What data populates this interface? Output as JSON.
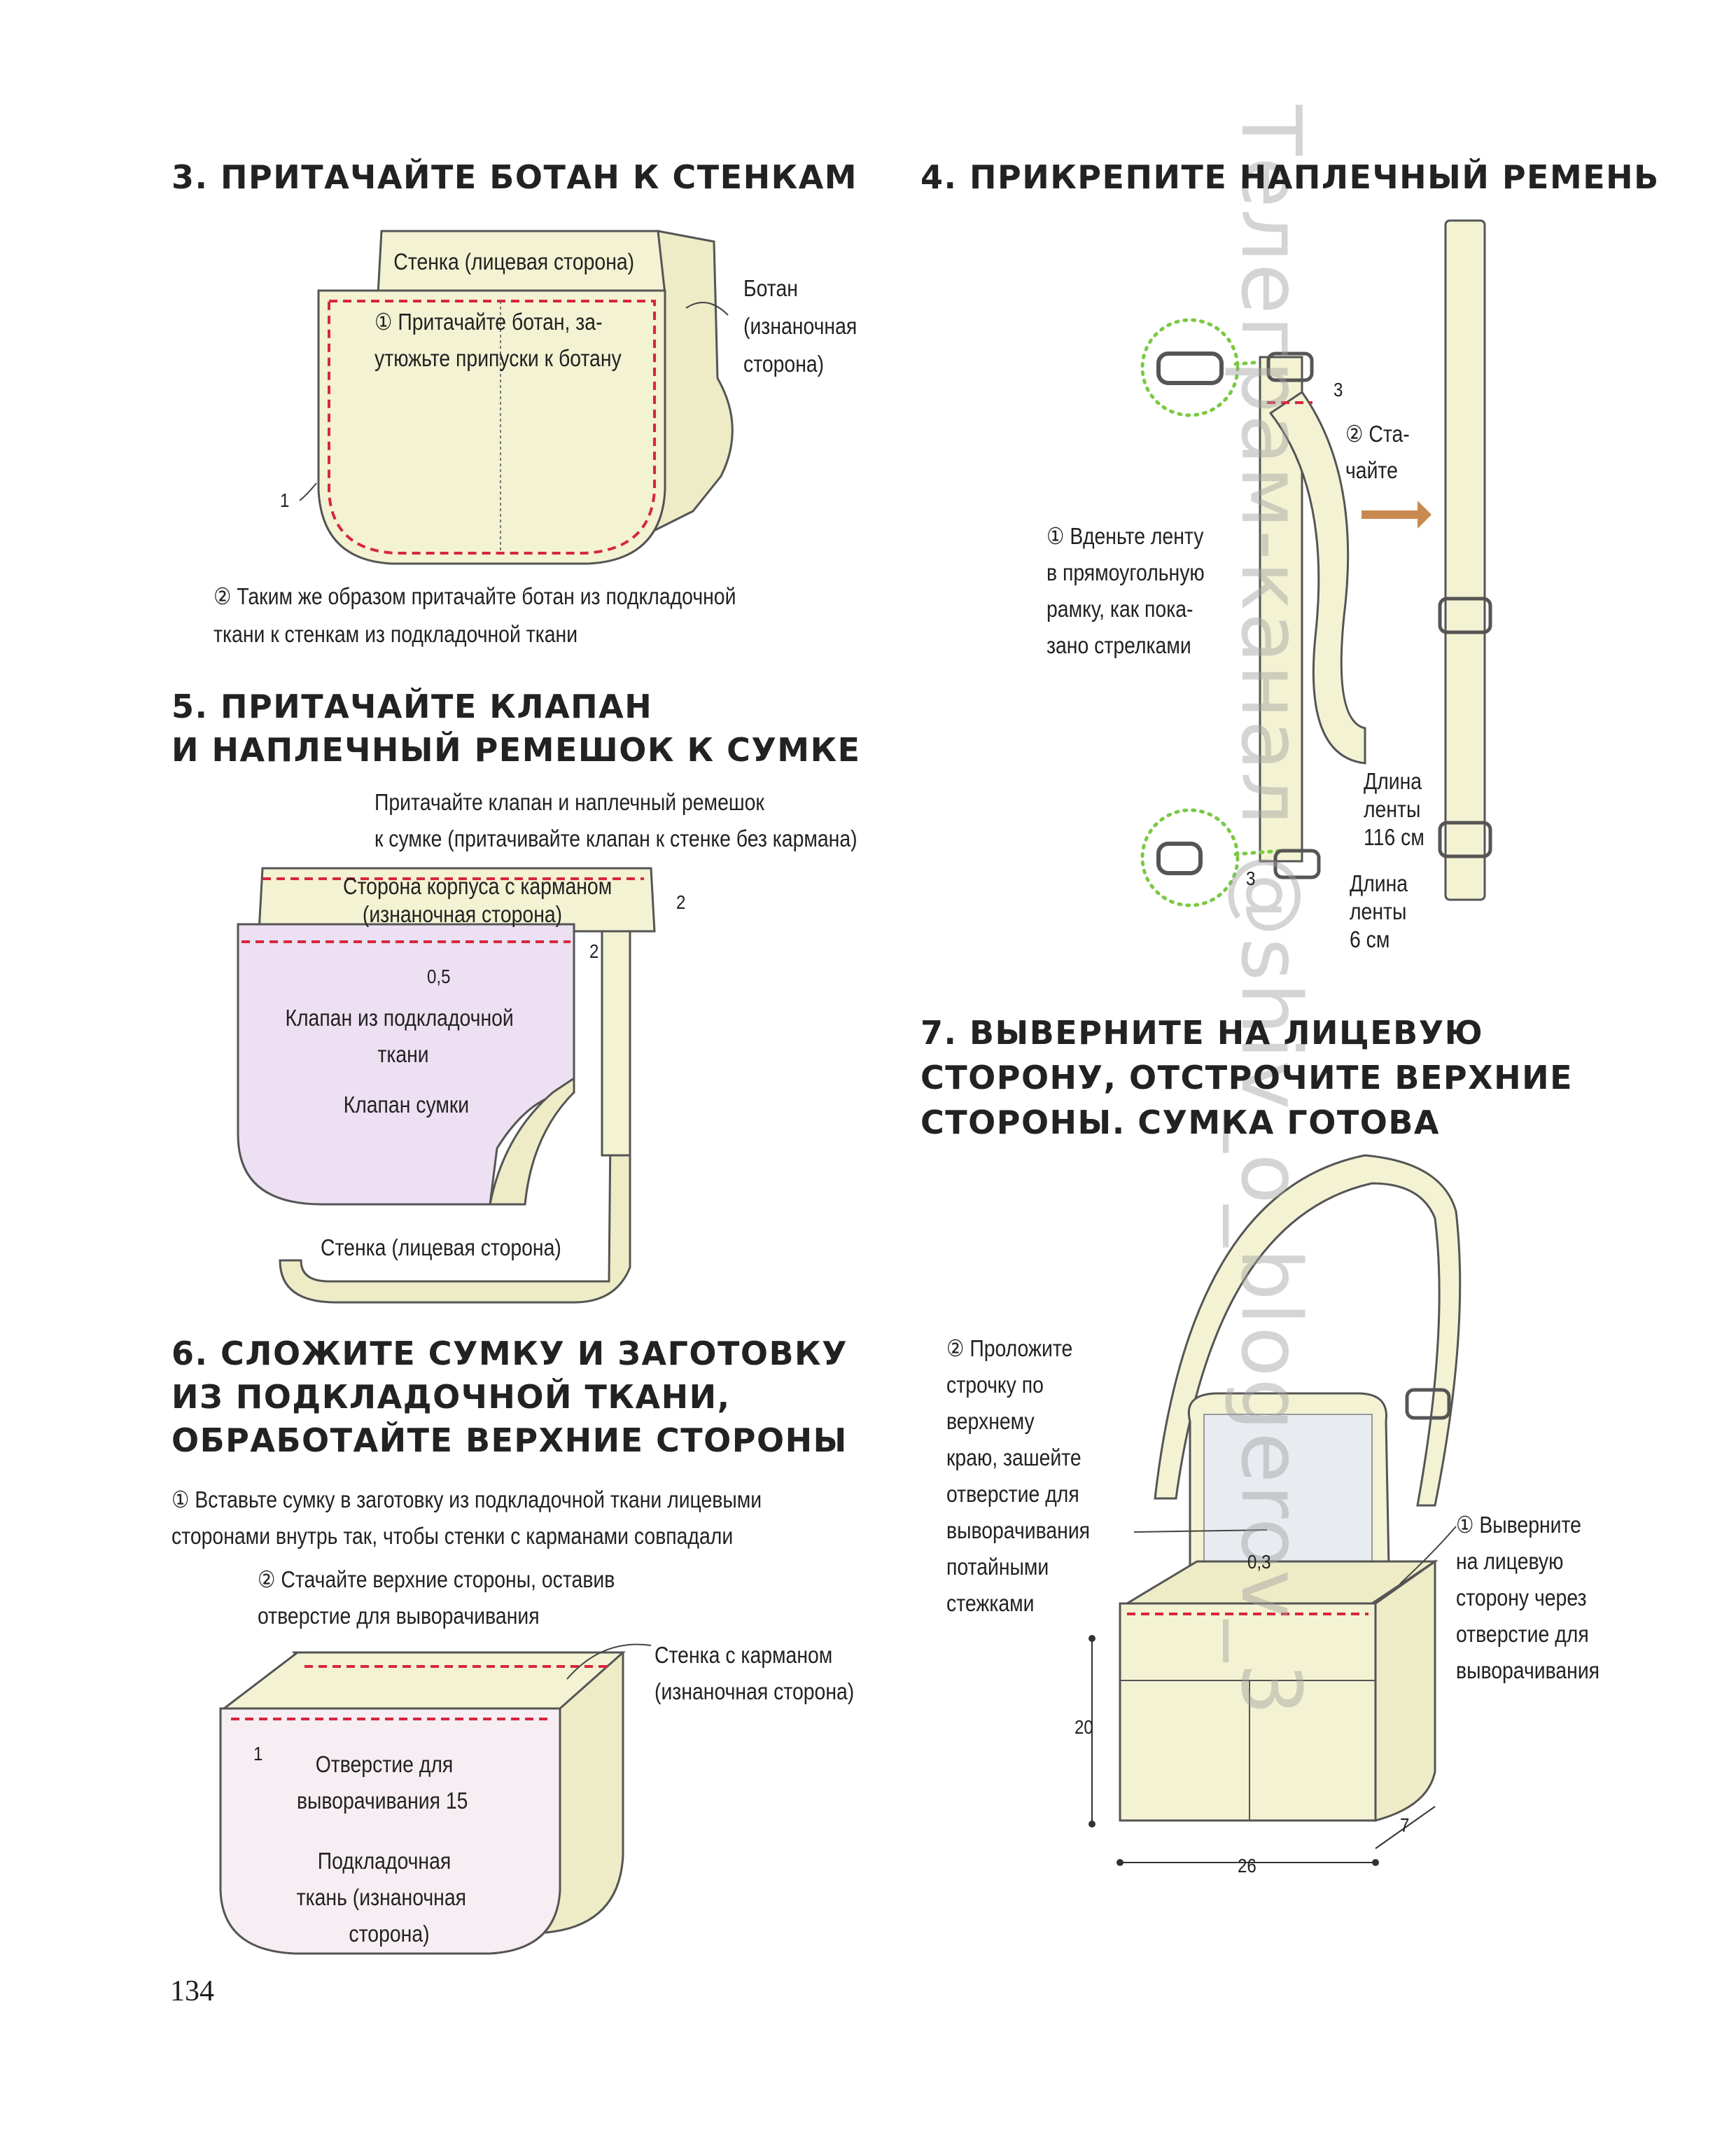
{
  "page_number": "134",
  "watermark": "Телеграм-канал @shiv_o_blogerov_3",
  "step3": {
    "title": "3. ПРИТАЧАЙТЕ БОТАН К СТЕНКАМ",
    "label_wall": "Стенка (лицевая сторона)",
    "label_gusset_1": "Ботан",
    "label_gusset_2": "(изнаночная",
    "label_gusset_3": "сторона)",
    "instr1_line1": "① Притачайте ботан, за-",
    "instr1_line2": "утюжьте припуски к ботану",
    "mark_1": "1",
    "instr2_line1": "② Таким же образом притачайте ботан из подкладочной",
    "instr2_line2": "ткани к стенкам из подкладочной ткани"
  },
  "step4": {
    "title": "4. ПРИКРЕПИТЕ НАПЛЕЧНЫЙ РЕМЕНЬ",
    "stitch_line1": "② Ста-",
    "stitch_line2": "чайте",
    "mark_3_top": "3",
    "mark_3_bottom": "3",
    "instr_line1": "① Вденьте ленту",
    "instr_line2": "в прямоугольную",
    "instr_line3": "рамку, как пока-",
    "instr_line4": "зано стрелками",
    "len_tape_1": "Длина",
    "len_tape_2": "ленты",
    "len_tape_3": "116 см",
    "len_tab_1": "Длина",
    "len_tab_2": "ленты",
    "len_tab_3": "6 см"
  },
  "step5": {
    "title_line1": "5. ПРИТАЧАЙТЕ КЛАПАН",
    "title_line2": "И НАПЛЕЧНЫЙ РЕМЕШОК К СУМКЕ",
    "instr_line1": "Притачайте клапан и наплечный ремешок",
    "instr_line2": "к сумке (притачивайте клапан к стенке без кармана)",
    "label_side_1": "Сторона корпуса с карманом",
    "label_side_2": "(изнаночная сторона)",
    "mark_2a": "2",
    "mark_2b": "2",
    "mark_05": "0,5",
    "label_lining_flap_1": "Клапан из подкладочной",
    "label_lining_flap_2": "ткани",
    "label_flap": "Клапан сумки",
    "label_wall": "Стенка (лицевая сторона)"
  },
  "step6": {
    "title_line1": "6. СЛОЖИТЕ СУМКУ И ЗАГОТОВКУ",
    "title_line2": "ИЗ ПОДКЛАДОЧНОЙ ТКАНИ,",
    "title_line3": "ОБРАБОТАЙТЕ ВЕРХНИЕ СТОРОНЫ",
    "instr1_line1": "① Вставьте сумку в заготовку из подкладочной ткани лицевыми",
    "instr1_line2": "сторонами внутрь так, чтобы стенки с карманами совпадали",
    "instr2_line1": "② Стачайте верхние стороны, оставив",
    "instr2_line2": "отверстие для выворачивания",
    "label_pocket_wall_1": "Стенка с карманом",
    "label_pocket_wall_2": "(изнаночная сторона)",
    "mark_1": "1",
    "label_opening_1": "Отверстие для",
    "label_opening_2": "выворачивания 15",
    "label_lining_1": "Подкладочная",
    "label_lining_2": "ткань (изнаночная",
    "label_lining_3": "сторона)"
  },
  "step7": {
    "title_line1": "7. ВЫВЕРНИТЕ НА ЛИЦЕВУЮ",
    "title_line2": "СТОРОНУ, ОТСТРОЧИТЕ ВЕРХНИЕ",
    "title_line3": "СТОРОНЫ. СУМКА ГОТОВА",
    "instr2_line1": "② Проложите",
    "instr2_line2": "строчку по",
    "instr2_line3": "верхнему",
    "instr2_line4": "краю, зашейте",
    "instr2_line5": "отверстие для",
    "instr2_line6": "выворачивания",
    "instr2_line7": "потайными",
    "instr2_line8": "стежками",
    "mark_03": "0,3",
    "instr1_line1": "① Выверните",
    "instr1_line2": "на лицевую",
    "instr1_line3": "сторону через",
    "instr1_line4": "отверстие для",
    "instr1_line5": "выворачивания",
    "dim_height": "20",
    "dim_width": "26",
    "dim_depth": "7"
  }
}
